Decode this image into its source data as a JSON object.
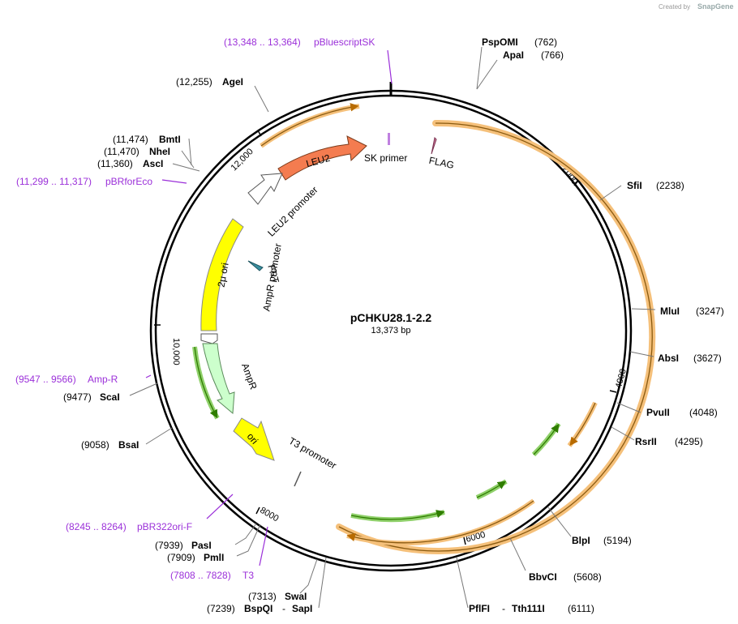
{
  "credit": {
    "prefix": "Created by",
    "brand": "SnapGene"
  },
  "plasmid": {
    "name": "pCHKU28.1-2.2",
    "length_label": "13,373 bp"
  },
  "ticks": {
    "t2000": "2000",
    "t4000": "4000",
    "t6000": "6000",
    "t8000": "8000",
    "t10000": "10,000",
    "t12000": "12,000"
  },
  "sites": {
    "pspomi": {
      "name": "PspOMI",
      "pos": "(762)"
    },
    "apai": {
      "name": "ApaI",
      "pos": "(766)"
    },
    "sfii": {
      "name": "SfiI",
      "pos": "(2238)"
    },
    "mlui": {
      "name": "MluI",
      "pos": "(3247)"
    },
    "absi": {
      "name": "AbsI",
      "pos": "(3627)"
    },
    "pvuii": {
      "name": "PvuII",
      "pos": "(4048)"
    },
    "rsrii": {
      "name": "RsrII",
      "pos": "(4295)"
    },
    "blpi": {
      "name": "BlpI",
      "pos": "(5194)"
    },
    "bbvci": {
      "name": "BbvCI",
      "pos": "(5608)"
    },
    "pflfi": {
      "name": "PflFI",
      "name2": "Tth111I",
      "dash": "-",
      "pos": "(6111)"
    },
    "swai": {
      "name": "SwaI",
      "pos": "(7313)"
    },
    "bspqi": {
      "name": "BspQI",
      "name2": "SapI",
      "dash": "-",
      "pos": "(7239)"
    },
    "pasi": {
      "name": "PasI",
      "pos": "(7939)"
    },
    "pmli": {
      "name": "PmlI",
      "pos": "(7909)"
    },
    "bsai": {
      "name": "BsaI",
      "pos": "(9058)"
    },
    "scai": {
      "name": "ScaI",
      "pos": "(9477)"
    },
    "asci": {
      "name": "AscI",
      "pos": "(11,360)"
    },
    "nhei": {
      "name": "NheI",
      "pos": "(11,470)"
    },
    "bmti": {
      "name": "BmtI",
      "pos": "(11,474)"
    },
    "agei": {
      "name": "AgeI",
      "pos": "(12,255)"
    }
  },
  "primers": {
    "pbluescriptsk": {
      "name": "pBluescriptSK",
      "range": "(13,348 .. 13,364)"
    },
    "pbrforeco": {
      "name": "pBRforEco",
      "range": "(11,299 .. 11,317)"
    },
    "ampr": {
      "name": "Amp-R",
      "range": "(9547 .. 9566)"
    },
    "pbr322ori": {
      "name": "pBR322ori-F",
      "range": "(8245 .. 8264)"
    },
    "t3": {
      "name": "T3",
      "range": "(7808 .. 7828)"
    }
  },
  "features": {
    "leu2": "LEU2",
    "leu2_promoter": "LEU2 promoter",
    "two_mu_ori": "2μ ori",
    "frt": "FRT",
    "ampr_promoter": "AmpR promoter",
    "ampr": "AmpR",
    "ori": "ori",
    "t3_promoter": "T3 promoter",
    "sk_primer": "SK primer",
    "flag": "FLAG"
  },
  "colors": {
    "leu2": "#f47c50",
    "ori_yellow": "#ffff00",
    "ampr_green": "#ccffcc",
    "orange_frame": "#f5c07a",
    "green_frame": "#8fd06a",
    "primer_purple": "#9b30d9",
    "frt_teal": "#3a8fa0",
    "flag_pink": "#d47fa0"
  }
}
